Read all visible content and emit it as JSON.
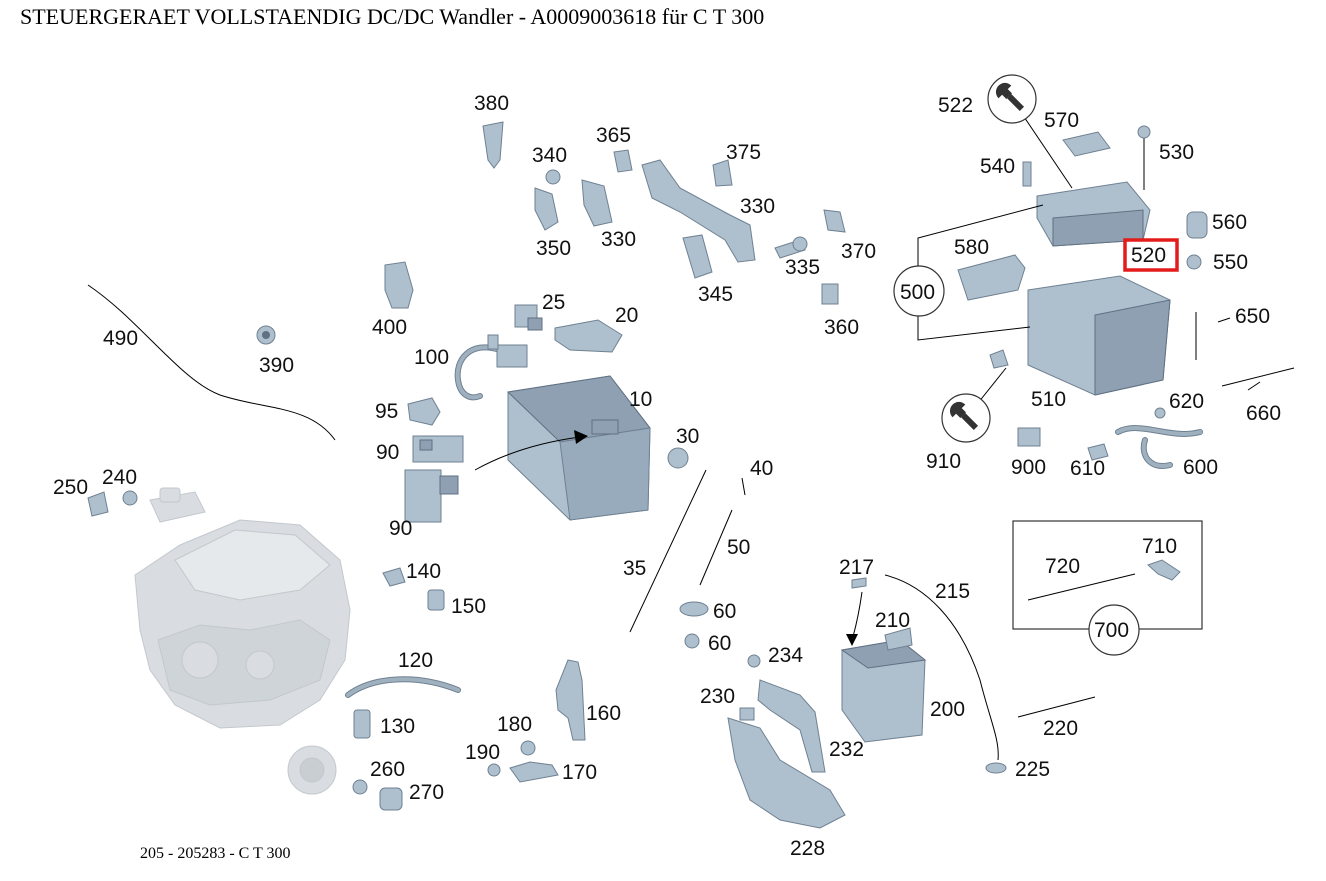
{
  "header": {
    "title": "STEUERGERAET VOLLSTAENDIG DC/DC Wandler - A0009003618 für C T 300"
  },
  "footer": {
    "model": "205 - 205283 - C T 300"
  },
  "highlight": {
    "part": "520",
    "color": "#e41b1b"
  },
  "labels": {
    "p10": "10",
    "p20": "20",
    "p25": "25",
    "p30": "30",
    "p35": "35",
    "p40": "40",
    "p50": "50",
    "p60a": "60",
    "p60b": "60",
    "p90a": "90",
    "p90b": "90",
    "p95": "95",
    "p100": "100",
    "p120": "120",
    "p130": "130",
    "p140": "140",
    "p150": "150",
    "p160": "160",
    "p170": "170",
    "p180": "180",
    "p190": "190",
    "p200": "200",
    "p210": "210",
    "p215": "215",
    "p217": "217",
    "p220": "220",
    "p225": "225",
    "p228": "228",
    "p230": "230",
    "p232": "232",
    "p234": "234",
    "p240": "240",
    "p250": "250",
    "p260": "260",
    "p270": "270",
    "p330a": "330",
    "p330b": "330",
    "p335": "335",
    "p340": "340",
    "p345": "345",
    "p350": "350",
    "p360": "360",
    "p365": "365",
    "p370": "370",
    "p375": "375",
    "p380": "380",
    "p390": "390",
    "p400": "400",
    "p490": "490",
    "p500": "500",
    "p510": "510",
    "p520": "520",
    "p522": "522",
    "p530": "530",
    "p540": "540",
    "p550": "550",
    "p560": "560",
    "p570": "570",
    "p580": "580",
    "p600": "600",
    "p610": "610",
    "p620": "620",
    "p650": "650",
    "p660": "660",
    "p700": "700",
    "p710": "710",
    "p720": "720",
    "p900": "900",
    "p910": "910"
  },
  "icons": {
    "wrench_522": "wrench-icon",
    "wrench_910": "wrench-icon"
  },
  "colors": {
    "part_fill": "#aebfcd",
    "part_stroke": "#6f8192",
    "ghost_fill": "#d9dde1"
  }
}
